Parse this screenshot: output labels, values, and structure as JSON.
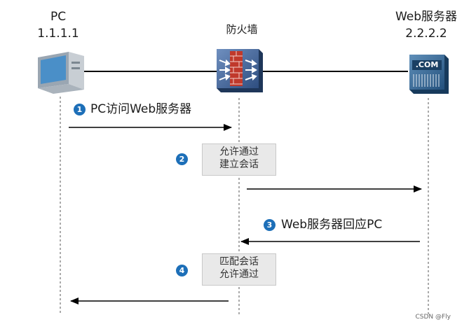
{
  "nodes": {
    "pc": {
      "name": "PC",
      "ip": "1.1.1.1"
    },
    "firewall": {
      "name": "防火墙"
    },
    "server": {
      "name": "Web服务器",
      "ip": "2.2.2.2",
      "badge": ".COM"
    }
  },
  "steps": [
    {
      "num": "1",
      "text": "PC访问Web服务器"
    },
    {
      "num": "2",
      "lines": [
        "允许通过",
        "建立会话"
      ]
    },
    {
      "num": "3",
      "text": "Web服务器回应PC"
    },
    {
      "num": "4",
      "lines": [
        "匹配会话",
        "允许通过"
      ]
    }
  ],
  "watermark": "CSDN @Fly",
  "colors": {
    "badge": "#1d6fb8",
    "firewall": "#3a5a8c",
    "brick": "#c0392b",
    "server": "#2f5f8a"
  }
}
